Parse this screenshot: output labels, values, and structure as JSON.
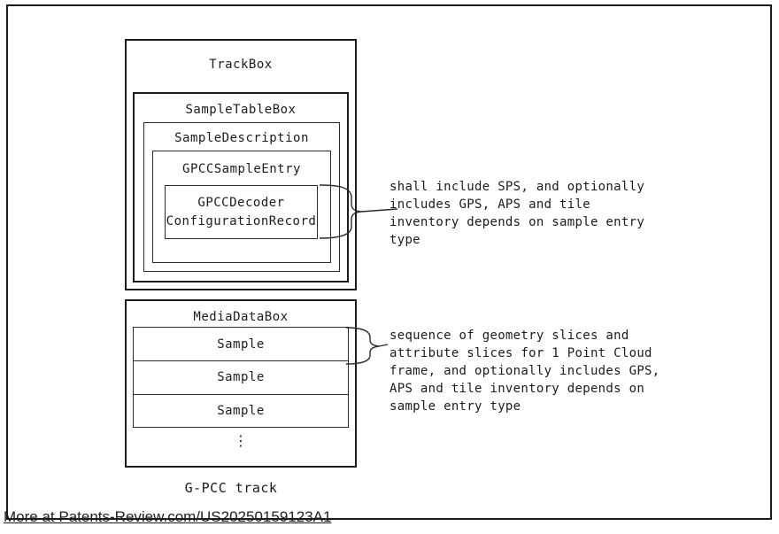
{
  "colors": {
    "line": "#1c1c1c",
    "background": "#ffffff"
  },
  "diagram": {
    "track_box_label": "TrackBox",
    "sample_table_box_label": "SampleTableBox",
    "sample_description_label": "SampleDescription",
    "gpcc_sample_entry_label": "GPCCSampleEntry",
    "gpcc_decoder_record_label": "GPCCDecoder\nConfigurationRecord",
    "media_data_box_label": "MediaDataBox",
    "samples": [
      "Sample",
      "Sample",
      "Sample"
    ],
    "ellipsis": "⋮",
    "track_caption": "G-PCC track"
  },
  "annotations": {
    "sample_entry_note": "shall include SPS, and optionally\nincludes GPS, APS and tile\ninventory depends on sample entry\ntype",
    "media_data_note": "sequence of geometry slices and\nattribute slices for 1 Point Cloud\nframe, and optionally includes GPS,\nAPS and tile inventory depends on\nsample entry type"
  },
  "footer": {
    "watermark": "More at Patents-Review.com/US20250159123A1"
  }
}
